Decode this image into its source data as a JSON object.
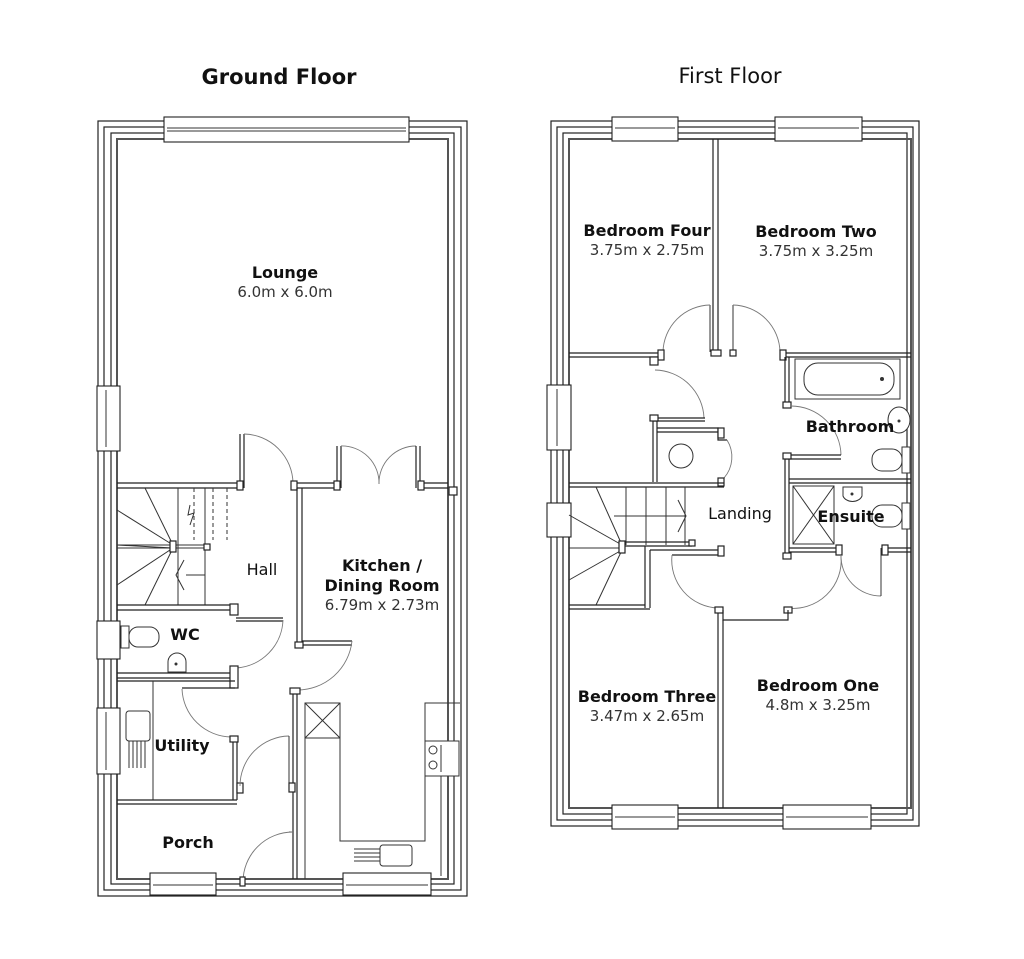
{
  "ground_floor": {
    "title": "Ground Floor",
    "rooms": {
      "lounge": {
        "name": "Lounge",
        "dimensions": "6.0m x 6.0m"
      },
      "hall": {
        "name": "Hall"
      },
      "kitchen": {
        "name_line1": "Kitchen /",
        "name_line2": "Dining Room",
        "dimensions": "6.79m x 2.73m"
      },
      "wc": {
        "name": "WC"
      },
      "utility": {
        "name": "Utility"
      },
      "porch": {
        "name": "Porch"
      }
    }
  },
  "first_floor": {
    "title": "First Floor",
    "rooms": {
      "bedroom_four": {
        "name": "Bedroom Four",
        "dimensions": "3.75m x 2.75m"
      },
      "bedroom_two": {
        "name": "Bedroom Two",
        "dimensions": "3.75m x 3.25m"
      },
      "bathroom": {
        "name": "Bathroom"
      },
      "landing": {
        "name": "Landing"
      },
      "ensuite": {
        "name": "Ensuite"
      },
      "bedroom_three": {
        "name": "Bedroom Three",
        "dimensions": "3.47m x 2.65m"
      },
      "bedroom_one": {
        "name": "Bedroom One",
        "dimensions": "4.8m x 3.25m"
      }
    }
  }
}
